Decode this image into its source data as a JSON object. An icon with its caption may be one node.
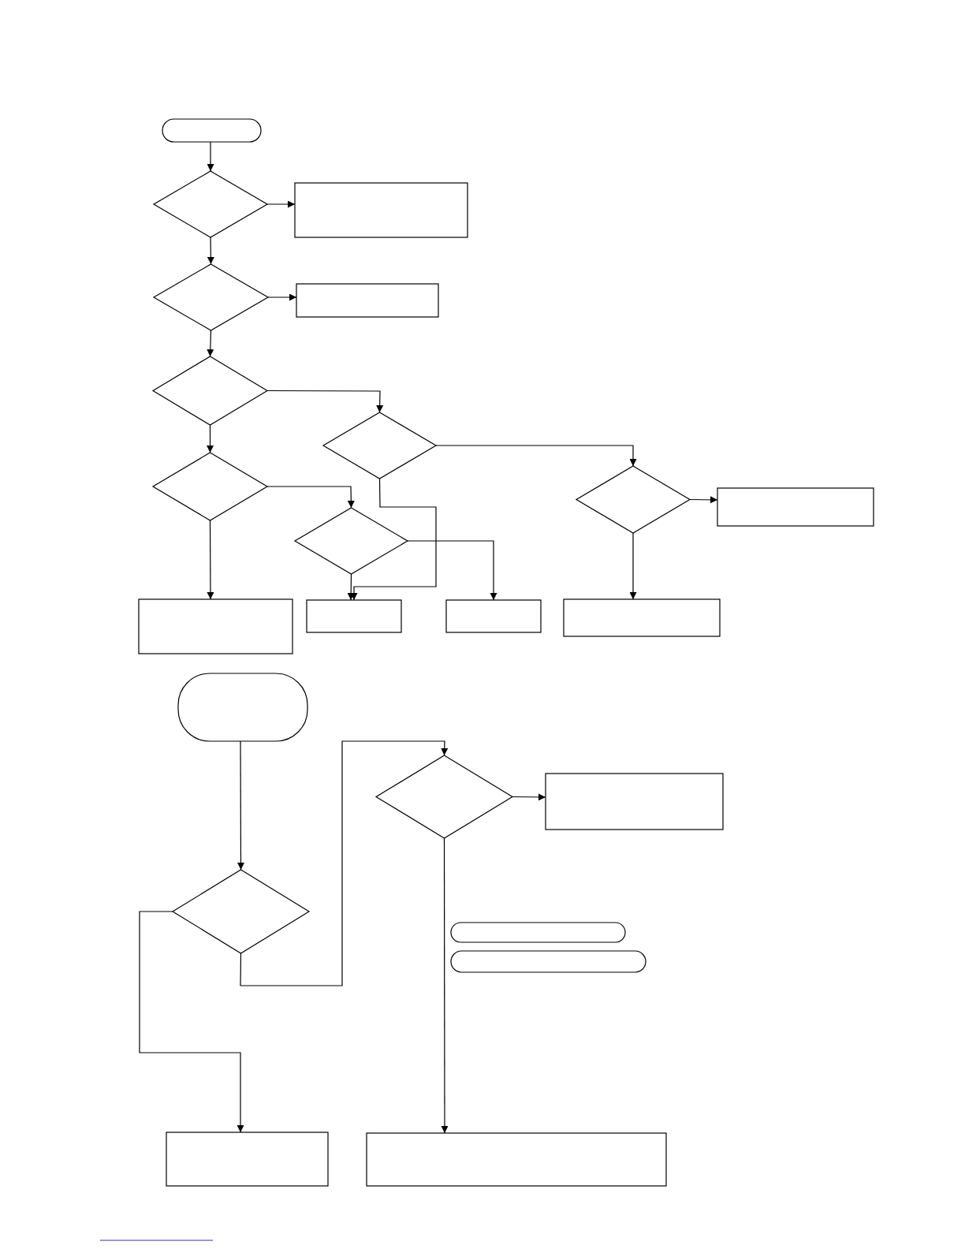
{
  "diagram": {
    "nodes": [
      {
        "text": [],
        "shape": "terminal"
      },
      {
        "text": [],
        "shape": "diamond"
      },
      {
        "text": [],
        "shape": "box"
      },
      {
        "text": [],
        "shape": "diamond"
      },
      {
        "text": [],
        "shape": "box"
      },
      {
        "text": [],
        "shape": "diamond"
      },
      {
        "text": [],
        "shape": "diamond"
      },
      {
        "text": [],
        "shape": "diamond"
      },
      {
        "text": [],
        "shape": "diamond"
      },
      {
        "text": [],
        "shape": "diamond"
      },
      {
        "text": [],
        "shape": "box"
      },
      {
        "text": [],
        "shape": "box"
      },
      {
        "text": [],
        "shape": "box"
      },
      {
        "text": [],
        "shape": "box"
      },
      {
        "text": [],
        "shape": "box"
      },
      {
        "text": [],
        "shape": "terminal"
      },
      {
        "text": [],
        "shape": "diamond"
      },
      {
        "text": [],
        "shape": "box"
      },
      {
        "text": [],
        "shape": "diamond"
      },
      {
        "text": [],
        "shape": "terminal"
      },
      {
        "text": [],
        "shape": "terminal"
      },
      {
        "text": [],
        "shape": "box"
      },
      {
        "text": [],
        "shape": "box"
      }
    ],
    "edges": [
      {
        "from": 0,
        "to": 1,
        "arrow": "to"
      },
      {
        "from": 1,
        "to": 2,
        "arrow": "to"
      },
      {
        "from": 1,
        "to": 3,
        "arrow": "to"
      },
      {
        "from": 3,
        "to": 4,
        "arrow": "to"
      },
      {
        "from": 3,
        "to": 5,
        "arrow": "to"
      },
      {
        "from": 5,
        "to": 6,
        "arrow": "to"
      },
      {
        "from": 5,
        "to": 7,
        "arrow": "to"
      },
      {
        "from": 7,
        "to": 8,
        "arrow": "to"
      },
      {
        "from": 7,
        "to": 11,
        "arrow": "to"
      },
      {
        "from": 6,
        "to": 9,
        "arrow": "to"
      },
      {
        "from": 6,
        "to": 12,
        "arrow": "to"
      },
      {
        "from": 8,
        "to": 12,
        "arrow": "to"
      },
      {
        "from": 8,
        "to": 13,
        "arrow": "to"
      },
      {
        "from": 9,
        "to": 10,
        "arrow": "to"
      },
      {
        "from": 9,
        "to": 14,
        "arrow": "to"
      },
      {
        "from": 15,
        "to": 18,
        "arrow": "to"
      },
      {
        "from": 18,
        "to": 21,
        "arrow": "to"
      },
      {
        "from": 18,
        "to": 16,
        "arrow": "to"
      },
      {
        "from": 16,
        "to": 17,
        "arrow": "to"
      },
      {
        "from": 16,
        "to": 22,
        "arrow": "to"
      }
    ]
  }
}
